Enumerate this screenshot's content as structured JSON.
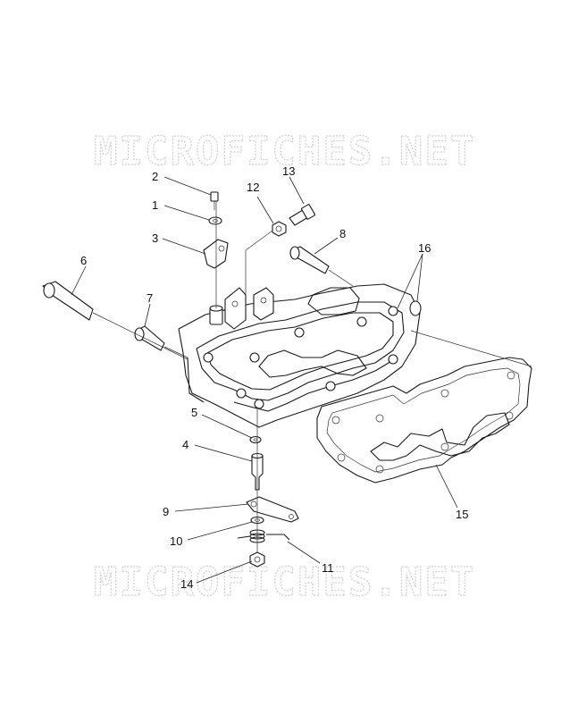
{
  "watermark": {
    "text": "MICROFICHES.NET",
    "color": "#cfcfcf"
  },
  "callouts": [
    {
      "id": "c1",
      "label": "1"
    },
    {
      "id": "c2",
      "label": "2"
    },
    {
      "id": "c3",
      "label": "3"
    },
    {
      "id": "c4",
      "label": "4"
    },
    {
      "id": "c5",
      "label": "5"
    },
    {
      "id": "c6",
      "label": "6"
    },
    {
      "id": "c7",
      "label": "7"
    },
    {
      "id": "c8",
      "label": "8"
    },
    {
      "id": "c9",
      "label": "9"
    },
    {
      "id": "c10",
      "label": "10"
    },
    {
      "id": "c11",
      "label": "11"
    },
    {
      "id": "c12",
      "label": "12"
    },
    {
      "id": "c13",
      "label": "13"
    },
    {
      "id": "c14",
      "label": "14"
    },
    {
      "id": "c15",
      "label": "15"
    },
    {
      "id": "c16",
      "label": "16"
    }
  ]
}
